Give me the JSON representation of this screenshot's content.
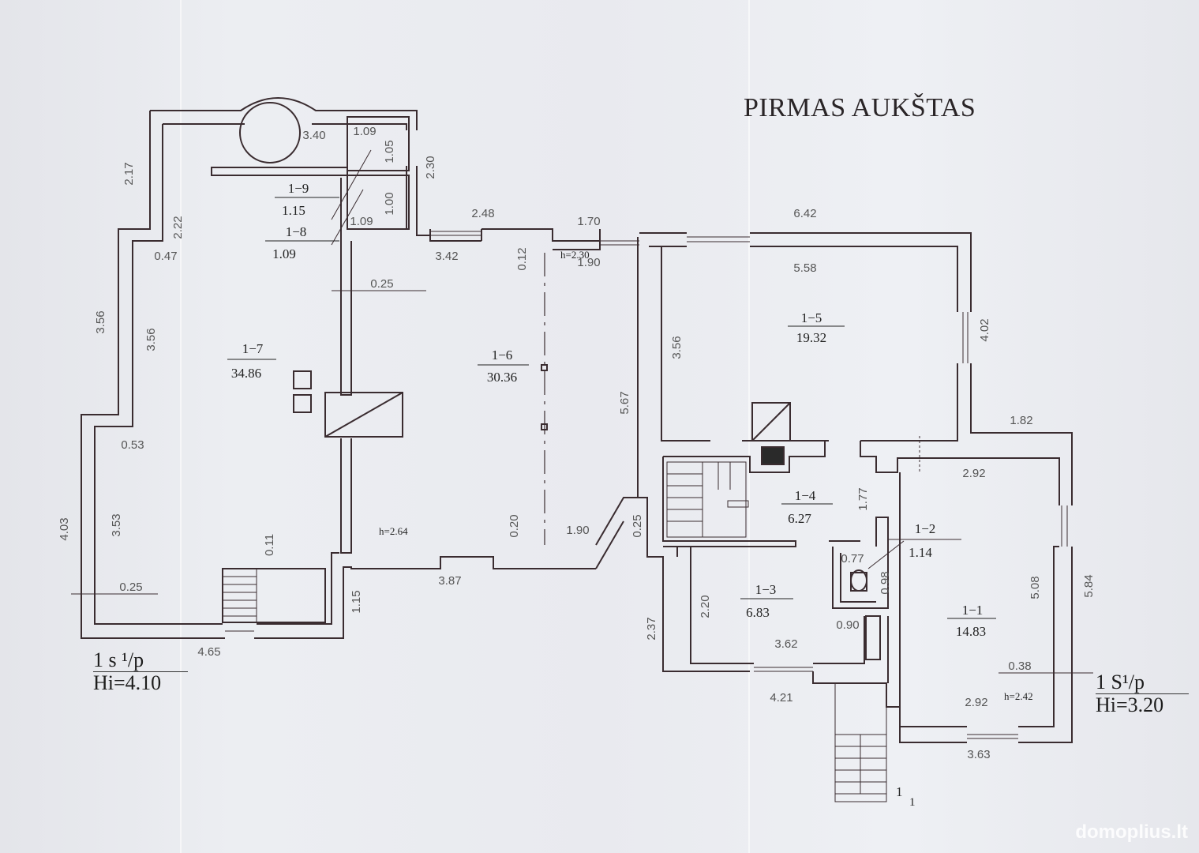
{
  "title": "PIRMAS AUKŠTAS",
  "level_left": {
    "label": "1 s ¹/p",
    "height": "Hi=4.10"
  },
  "level_right": {
    "label": "1 S¹/p",
    "height": "Hi=3.20"
  },
  "rooms": [
    {
      "id": "1−7",
      "area": "34.86"
    },
    {
      "id": "1−6",
      "area": "30.36"
    },
    {
      "id": "1−5",
      "area": "19.32"
    },
    {
      "id": "1−4",
      "area": "6.27"
    },
    {
      "id": "1−3",
      "area": "6.83"
    },
    {
      "id": "1−2",
      "area": "1.14"
    },
    {
      "id": "1−1",
      "area": "14.83"
    },
    {
      "id": "1−9",
      "area": "1.15"
    },
    {
      "id": "1−8",
      "area": "1.09"
    }
  ],
  "ceiling_heights": [
    "h=2.30",
    "h=2.64",
    "h=2.42"
  ],
  "dimensions": [
    "3.40",
    "1.09",
    "1.05",
    "2.30",
    "1.00",
    "1.09",
    "2.17",
    "2.22",
    "0.47",
    "3.56",
    "3.56",
    "0.25",
    "2.48",
    "1.70",
    "3.42",
    "0.12",
    "1.90",
    "6.42",
    "5.58",
    "4.02",
    "5.67",
    "3.56",
    "1.82",
    "2.92",
    "1.77",
    "0.53",
    "4.03",
    "3.53",
    "0.11",
    "0.25",
    "1.15",
    "4.65",
    "0.20",
    "1.90",
    "0.25",
    "3.87",
    "0.77",
    "0.98",
    "2.20",
    "3.62",
    "0.90",
    "2.37",
    "4.21",
    "5.08",
    "5.84",
    "0.38",
    "2.92",
    "3.63"
  ],
  "entrance_label": "1",
  "entrance_sub": "1",
  "watermark": "domoplius.lt"
}
